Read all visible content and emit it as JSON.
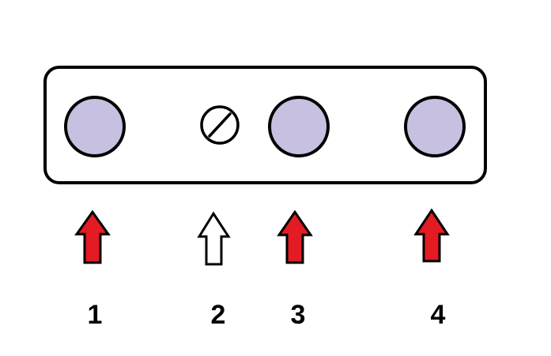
{
  "labels": [
    "1",
    "2",
    "3",
    "4"
  ],
  "colors": {
    "outline": "#000000",
    "socket_fill": "#c7c0e0",
    "arrow_red": "#e31b23",
    "arrow_white": "#ffffff",
    "background": "#ffffff"
  },
  "icons": {
    "socket": "circle-socket-icon",
    "screw": "slotted-screw-icon",
    "arrow": "arrow-up-icon"
  }
}
